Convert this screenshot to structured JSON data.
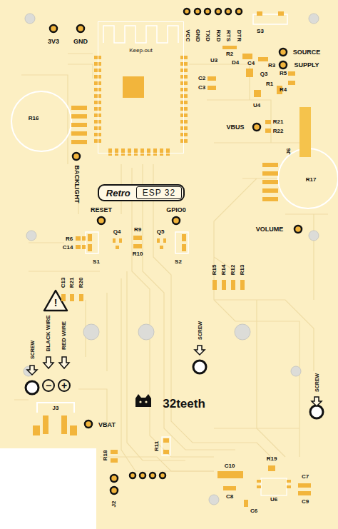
{
  "diagram": {
    "nodes": [
      {
        "text": [
          "Keep-out"
        ]
      },
      {
        "text": [
          "Retro",
          "ESP 32"
        ]
      }
    ],
    "labels": [
      "3V3",
      "GND",
      "VCC",
      "GND",
      "TXD",
      "RXD",
      "RTS",
      "DTR",
      "S3",
      "SOURCE",
      "SUPPLY",
      "U3",
      "R2",
      "D4",
      "C4",
      "Q3",
      "R5",
      "R3",
      "R4",
      "C2",
      "C3",
      "R1",
      "U4",
      "R16",
      "VBUS",
      "R21",
      "R22",
      "J6",
      "BACKLIGHT",
      "R17",
      "RESET",
      "GPIO0",
      "Q4",
      "R9",
      "Q5",
      "R6",
      "C14",
      "R10",
      "S1",
      "S2",
      "VOLUME",
      "R15",
      "R14",
      "R12",
      "R13",
      "C13",
      "R21",
      "R20",
      "!",
      "BLACK WIRE",
      "RED WIRE",
      "SCREW",
      "−",
      "+",
      "SCREW",
      "SCREW",
      "J3",
      "32teeth",
      "VBAT",
      "R11",
      "R18",
      "J2",
      "C10",
      "C8",
      "R19",
      "U6",
      "C7",
      "C9",
      "C6"
    ]
  }
}
